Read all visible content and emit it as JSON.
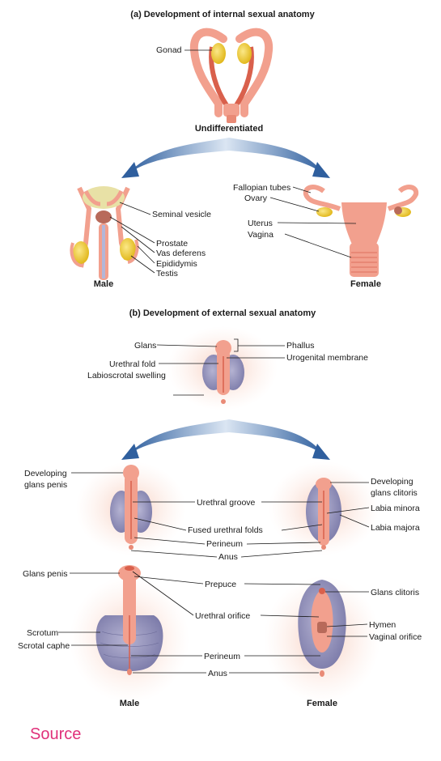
{
  "section_a": {
    "title": "(a) Development of internal sexual anatomy",
    "undiff_label": "Undifferentiated",
    "gonad": "Gonad",
    "male": {
      "caption": "Male",
      "labels": [
        "Seminal vesicle",
        "Prostate",
        "Vas deferens",
        "Epididymis",
        "Testis"
      ]
    },
    "female": {
      "caption": "Female",
      "labels": [
        "Fallopian tubes",
        "Ovary",
        "Uterus",
        "Vagina"
      ]
    }
  },
  "section_b": {
    "title": "(b) Development of external sexual anatomy",
    "undiff_labels": [
      "Glans",
      "Urethral fold",
      "Labioscrotal swelling",
      "Phallus",
      "Urogenital membrane"
    ],
    "mid_left": [
      "Developing",
      "glans penis"
    ],
    "mid_right": [
      "Developing",
      "glans clitoris"
    ],
    "mid_center": [
      "Urethral groove",
      "Fused urethral folds",
      "Perineum",
      "Anus"
    ],
    "mid_right_labels": [
      "Labia minora",
      "Labia majora"
    ],
    "bottom_left": [
      "Glans penis",
      "Scrotum",
      "Scrotal caphe"
    ],
    "bottom_center": [
      "Prepuce",
      "Urethral orifice",
      "Perineum",
      "Anus"
    ],
    "bottom_right": [
      "Glans clitoris",
      "Hymen",
      "Vaginal orifice"
    ],
    "male_caption": "Male",
    "female_caption": "Female"
  },
  "source_link": "Source",
  "colors": {
    "tissue": "#f2a08e",
    "tissue_dark": "#d9604c",
    "skin": "#f6d2c4",
    "gonad": "#f2d13a",
    "swelling": "#8d8cb6",
    "arrow": "#3b6fb0",
    "link": "#e0307a"
  }
}
